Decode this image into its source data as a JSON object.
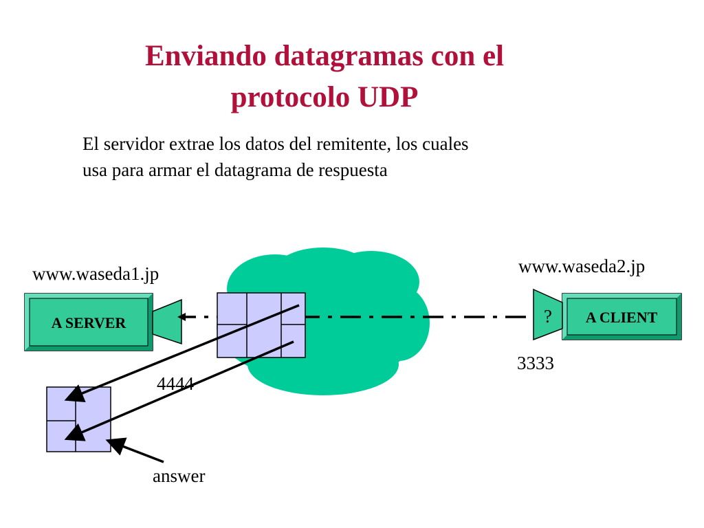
{
  "title": {
    "line1": "Enviando datagramas con el",
    "line2": "protocolo  UDP"
  },
  "subtitle": {
    "line1": "El servidor extrae los datos del remitente, los cuales",
    "line2": "usa para armar el datagrama de respuesta"
  },
  "server": {
    "host": "www.waseda1.jp",
    "label": "A SERVER",
    "port": "4444"
  },
  "client": {
    "host": "www.waseda2.jp",
    "label": "A CLIENT",
    "port": "3333",
    "socket_label": "?"
  },
  "packet_note": "answer",
  "colors": {
    "title": "#b0103a",
    "box_green": "#33cc99",
    "cloud": "#00cc99",
    "packet_fill": "#ccccff"
  }
}
